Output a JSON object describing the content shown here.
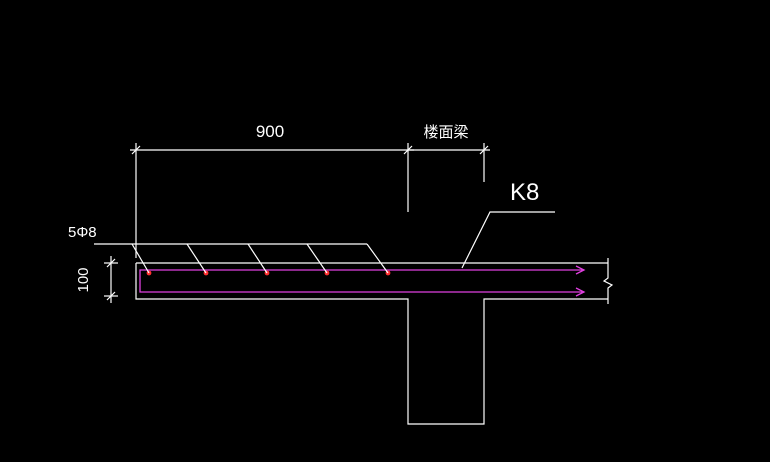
{
  "colors": {
    "background": "#000000",
    "line": "#ffffff",
    "rebar": "#e040e0",
    "bar_dot": "#ff3030"
  },
  "labels": {
    "dim_overhang": "900",
    "beam_label": "楼面梁",
    "slab_label": "K8",
    "rebar_spec": "5Φ8",
    "dim_thickness": "100"
  },
  "distribution_bar_count": 5
}
